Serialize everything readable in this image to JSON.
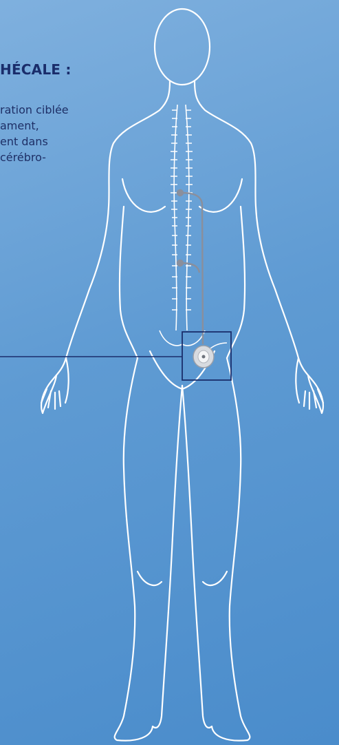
{
  "heading": {
    "text": "HÉCALE :"
  },
  "description": {
    "lines": [
      "ration ciblée",
      "ament,",
      "ent dans",
      "cérébro-"
    ]
  },
  "colors": {
    "background_top": "#7fb0de",
    "background_bottom": "#4a8ccb",
    "heading": "#1a2d6b",
    "outline": "#ffffff",
    "catheter": "#8a8f9c",
    "callout": "#1a2d6b"
  },
  "icons": {
    "figure": "human-body-outline-icon",
    "spine": "spine-icon",
    "pump": "intrathecal-pump-icon"
  }
}
